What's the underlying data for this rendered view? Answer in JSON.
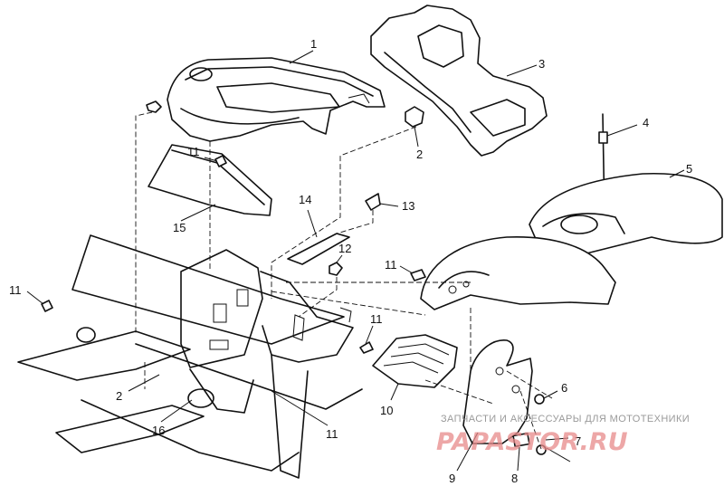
{
  "callouts": {
    "c1": "1",
    "c2_upper": "2",
    "c2_lower": "2",
    "c3": "3",
    "c4": "4",
    "c5": "5",
    "c6": "6",
    "c7": "7",
    "c8": "8",
    "c9": "9",
    "c10": "10",
    "c11_a": "11",
    "c11_b": "11",
    "c11_c": "11",
    "c11_d": "11",
    "c11_e": "11",
    "c12": "12",
    "c13": "13",
    "c14": "14",
    "c15": "15",
    "c16": "16"
  },
  "watermark": {
    "tagline": "ЗАПЧАСТИ И АКСЕССУАРЫ ДЛЯ МОТОТЕХНИКИ",
    "logo": "PAPASTOR.RU"
  },
  "parts": [
    {
      "id": "front-cab",
      "callout": "1"
    },
    {
      "id": "push-rivet",
      "callout": "2"
    },
    {
      "id": "headlight-pod",
      "callout": "3"
    },
    {
      "id": "antenna-rod",
      "callout": "4"
    },
    {
      "id": "front-fender-right",
      "callout": "5"
    },
    {
      "id": "nut",
      "callout": "6"
    },
    {
      "id": "screw",
      "callout": "7"
    },
    {
      "id": "clip",
      "callout": "8"
    },
    {
      "id": "mud-flap",
      "callout": "9"
    },
    {
      "id": "footrest-pad",
      "callout": "10"
    },
    {
      "id": "bolt",
      "callout": "11"
    },
    {
      "id": "nut-12",
      "callout": "12"
    },
    {
      "id": "rivet-13",
      "callout": "13"
    },
    {
      "id": "bracket-14",
      "callout": "14"
    },
    {
      "id": "cover-panel-15",
      "callout": "15"
    },
    {
      "id": "frame-16",
      "callout": "16"
    }
  ]
}
